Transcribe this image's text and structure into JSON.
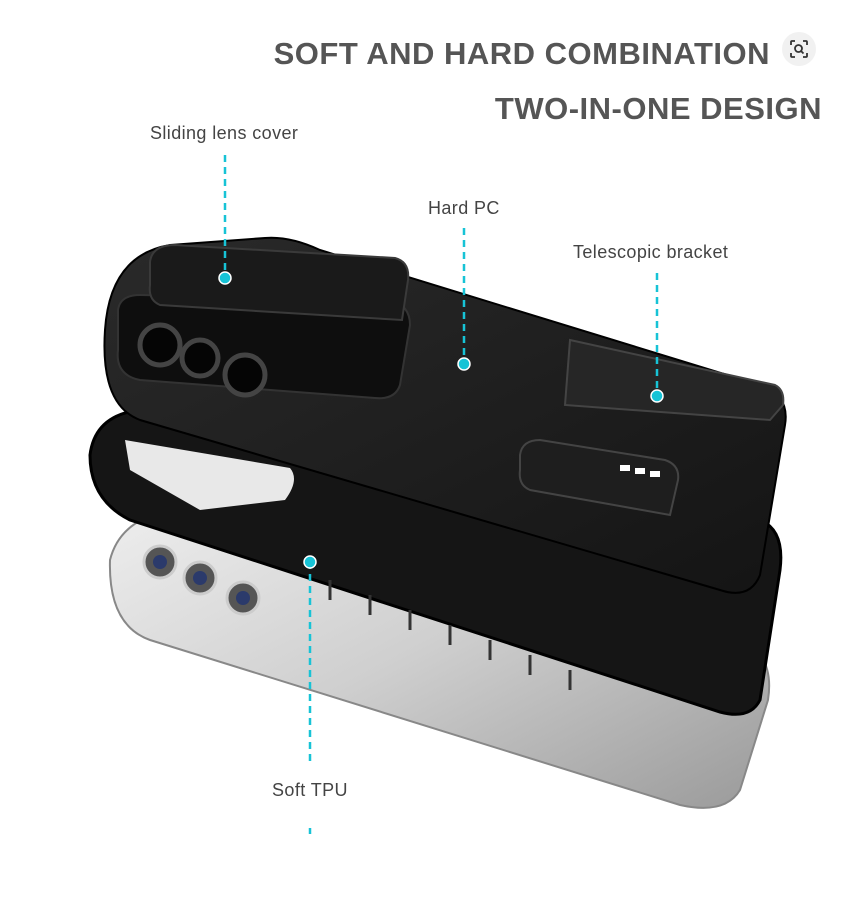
{
  "headline": {
    "line1": "SOFT AND HARD COMBINATION",
    "line2": "TWO-IN-ONE DESIGN"
  },
  "labels": {
    "sliding_lens_cover": "Sliding lens cover",
    "hard_pc": "Hard PC",
    "telescopic_bracket": "Telescopic bracket",
    "soft_tpu": "Soft TPU"
  },
  "colors": {
    "accent": "#17c3d6",
    "text": "#555555",
    "case": "#1c1c1c",
    "phone": "#d9d9d9"
  },
  "icons": {
    "visual_search": "lens-search-icon"
  }
}
